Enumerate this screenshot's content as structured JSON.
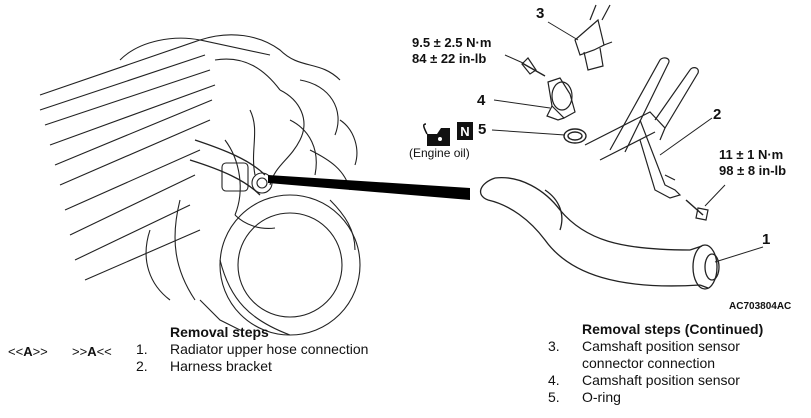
{
  "callouts": {
    "p1": "1",
    "p2": "2",
    "p3": "3",
    "p4": "4",
    "p5": "5"
  },
  "torque": {
    "sensor_nm": "9.5 ± 2.5 N·m",
    "sensor_inlb": "84 ± 22 in-lb",
    "bracket_nm": "11 ± 1 N·m",
    "bracket_inlb": "98 ± 8 in-lb"
  },
  "engine_oil_label": "(Engine oil)",
  "n_symbol": "N",
  "figure_code": "AC703804AC",
  "symbols": {
    "a_left_open": "<<",
    "a_left_letter": "A",
    "a_left_close": ">>",
    "a_right_open": ">>",
    "a_right_letter": "A",
    "a_right_close": "<<"
  },
  "left_steps": {
    "heading": "Removal steps",
    "items": [
      {
        "num": "1.",
        "text": "Radiator upper hose connection"
      },
      {
        "num": "2.",
        "text": "Harness bracket"
      }
    ]
  },
  "right_steps": {
    "heading": "Removal steps (Continued)",
    "items": [
      {
        "num": "3.",
        "text": "Camshaft position sensor"
      },
      {
        "num": "",
        "text": "connector connection"
      },
      {
        "num": "4.",
        "text": "Camshaft position sensor"
      },
      {
        "num": "5.",
        "text": "O-ring"
      }
    ]
  }
}
